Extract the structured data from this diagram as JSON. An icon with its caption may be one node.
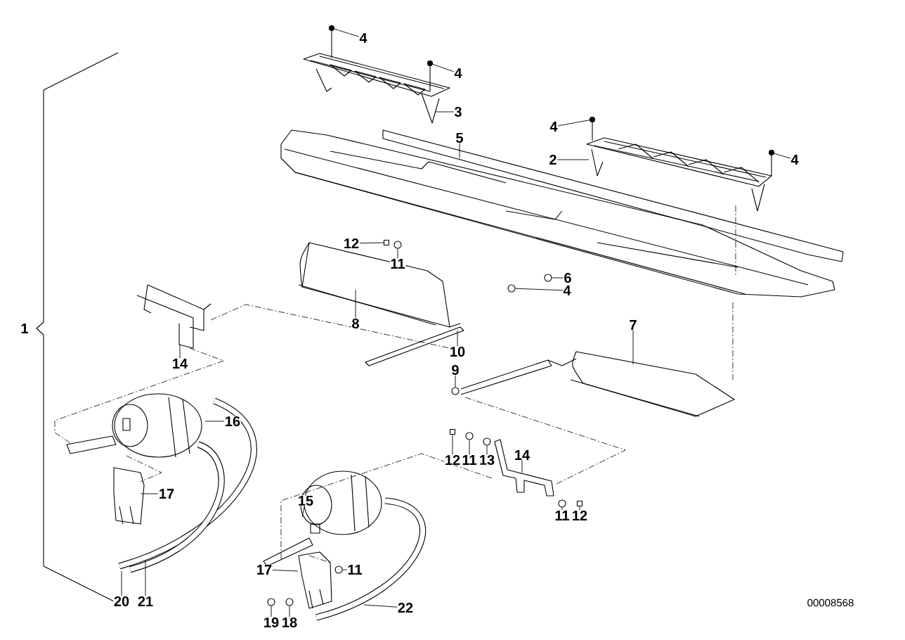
{
  "diagram": {
    "nodes": [
      {
        "text": [
          "4"
        ]
      },
      {
        "text": [
          "4"
        ]
      },
      {
        "text": [
          "3"
        ]
      },
      {
        "text": [
          "5"
        ]
      },
      {
        "text": [
          "4"
        ]
      },
      {
        "text": [
          "2"
        ]
      },
      {
        "text": [
          "4"
        ]
      },
      {
        "text": [
          "12"
        ]
      },
      {
        "text": [
          "11"
        ]
      },
      {
        "text": [
          "6"
        ]
      },
      {
        "text": [
          "4"
        ]
      },
      {
        "text": [
          "8"
        ]
      },
      {
        "text": [
          "10"
        ]
      },
      {
        "text": [
          "9"
        ]
      },
      {
        "text": [
          "7"
        ]
      },
      {
        "text": [
          "14"
        ]
      },
      {
        "text": [
          "16"
        ]
      },
      {
        "text": [
          "17"
        ]
      },
      {
        "text": [
          "12"
        ]
      },
      {
        "text": [
          "11"
        ]
      },
      {
        "text": [
          "13"
        ]
      },
      {
        "text": [
          "14"
        ]
      },
      {
        "text": [
          "11"
        ]
      },
      {
        "text": [
          "12"
        ]
      },
      {
        "text": [
          "15"
        ]
      },
      {
        "text": [
          "17"
        ]
      },
      {
        "text": [
          "11"
        ]
      },
      {
        "text": [
          "19"
        ]
      },
      {
        "text": [
          "18"
        ]
      },
      {
        "text": [
          "22"
        ]
      },
      {
        "text": [
          "20"
        ]
      },
      {
        "text": [
          "21"
        ]
      },
      {
        "text": [],
        "shape": "box"
      },
      {
        "text": [],
        "shape": "circle"
      },
      {
        "text": [],
        "shape": "circle"
      },
      {
        "text": [],
        "shape": "circle"
      },
      {
        "text": [],
        "shape": "circle"
      },
      {
        "text": [],
        "shape": "box"
      },
      {
        "text": [],
        "shape": "circle"
      },
      {
        "text": [],
        "shape": "circle"
      },
      {
        "text": [],
        "shape": "circle"
      },
      {
        "text": [],
        "shape": "box"
      },
      {
        "text": [],
        "shape": "circle"
      },
      {
        "text": [],
        "shape": "circle"
      },
      {
        "text": [],
        "shape": "circle"
      },
      {
        "text": [],
        "shape": "screw"
      },
      {
        "text": [],
        "shape": "screw"
      },
      {
        "text": [],
        "shape": "screw"
      },
      {
        "text": [],
        "shape": "screw"
      }
    ],
    "edges": [
      {
        "from": 0,
        "to": 45,
        "arrow": "none"
      },
      {
        "from": 1,
        "to": 46,
        "arrow": "none"
      },
      {
        "from": 2,
        "to": null,
        "arrow": "none"
      },
      {
        "from": 3,
        "to": null,
        "arrow": "none"
      },
      {
        "from": 4,
        "to": 47,
        "arrow": "none"
      },
      {
        "from": 5,
        "to": null,
        "arrow": "none"
      },
      {
        "from": 6,
        "to": 48,
        "arrow": "none"
      },
      {
        "from": 7,
        "to": 32,
        "arrow": "none"
      },
      {
        "from": 8,
        "to": 33,
        "arrow": "none"
      },
      {
        "from": 9,
        "to": 34,
        "arrow": "none"
      },
      {
        "from": 10,
        "to": 35,
        "arrow": "none"
      },
      {
        "from": 11,
        "to": null,
        "arrow": "none"
      },
      {
        "from": 12,
        "to": null,
        "arrow": "none"
      },
      {
        "from": 13,
        "to": 36,
        "arrow": "none"
      },
      {
        "from": 14,
        "to": null,
        "arrow": "none"
      },
      {
        "from": 15,
        "to": null,
        "arrow": "none"
      },
      {
        "from": 16,
        "to": null,
        "arrow": "none"
      },
      {
        "from": 17,
        "to": null,
        "arrow": "none"
      },
      {
        "from": 18,
        "to": 37,
        "arrow": "none"
      },
      {
        "from": 19,
        "to": 38,
        "arrow": "none"
      },
      {
        "from": 20,
        "to": 39,
        "arrow": "none"
      },
      {
        "from": 21,
        "to": null,
        "arrow": "none"
      },
      {
        "from": 22,
        "to": 40,
        "arrow": "none"
      },
      {
        "from": 23,
        "to": 41,
        "arrow": "none"
      },
      {
        "from": 24,
        "to": null,
        "arrow": "none"
      },
      {
        "from": 25,
        "to": null,
        "arrow": "none"
      },
      {
        "from": 26,
        "to": 42,
        "arrow": "none"
      },
      {
        "from": 27,
        "to": 43,
        "arrow": "none"
      },
      {
        "from": 28,
        "to": 44,
        "arrow": "none"
      },
      {
        "from": 29,
        "to": null,
        "arrow": "none"
      },
      {
        "from": 30,
        "to": null,
        "arrow": "none"
      },
      {
        "from": 31,
        "to": null,
        "arrow": "none"
      }
    ],
    "labels": [
      "1",
      "00008568"
    ]
  }
}
